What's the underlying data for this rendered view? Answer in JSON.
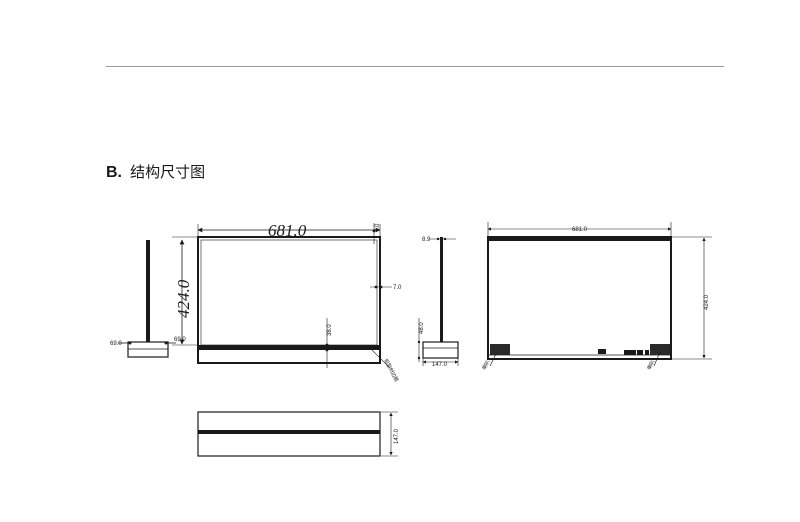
{
  "section": {
    "letter": "B.",
    "title": "结构尺寸图"
  },
  "views": {
    "side": {
      "left_offset": "69.0",
      "right_offset": "69.0"
    },
    "front": {
      "width": "681.0",
      "height": "424.0",
      "top_margin": "7.0",
      "right_margin": "7.0",
      "base_height": "38.0",
      "callout": "铝型材边框"
    },
    "profile": {
      "top_offset": "8.9",
      "base_height": "48.0",
      "depth": "147.0"
    },
    "rear": {
      "width": "681.0",
      "height": "424.0",
      "left_callout": "喇叭",
      "right_callout": "喇叭"
    },
    "top": {
      "depth": "147.0"
    }
  }
}
